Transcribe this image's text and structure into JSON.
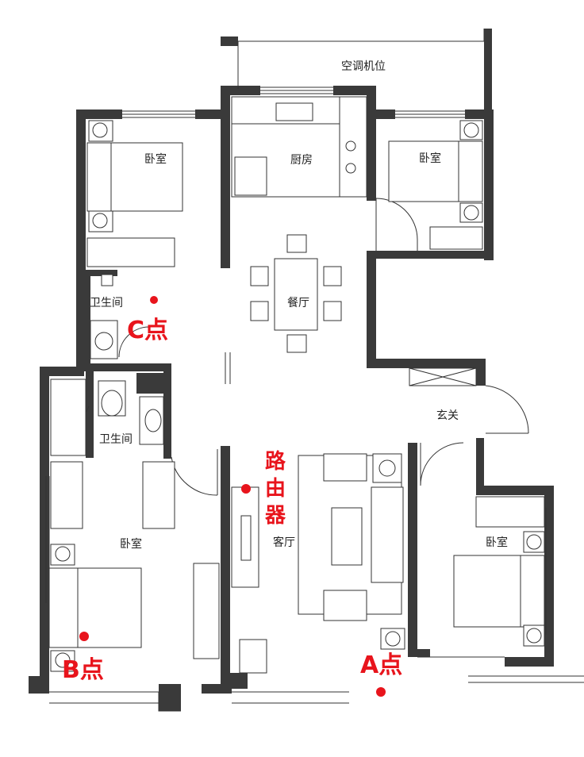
{
  "rooms": {
    "ac_position": "空调机位",
    "kitchen": "厨房",
    "bedroom_top_left": "卧室",
    "bedroom_top_right": "卧室",
    "dining": "餐厅",
    "bathroom_upper": "卫生间",
    "bathroom_lower": "卫生间",
    "entrance": "玄关",
    "bedroom_bottom_left": "卧室",
    "living": "客厅",
    "bedroom_bottom_right": "卧室"
  },
  "markers": {
    "c_point": "C点",
    "b_point": "B点",
    "a_point": "A点",
    "router_1": "路",
    "router_2": "由",
    "router_3": "器"
  },
  "colors": {
    "marker": "#e8141c",
    "wall": "#3a3a3a"
  }
}
